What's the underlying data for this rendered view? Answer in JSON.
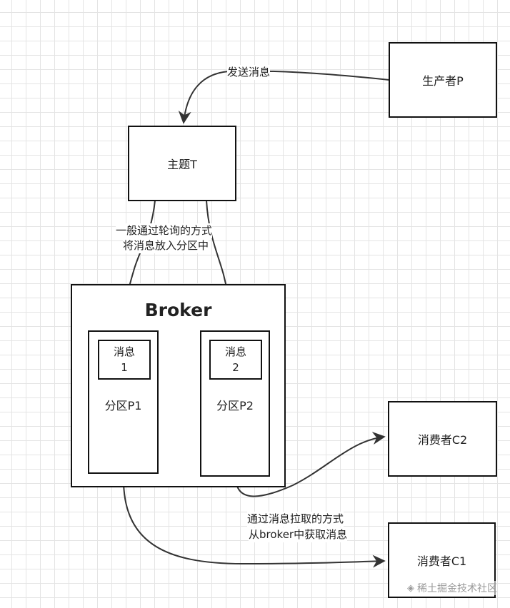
{
  "nodes": {
    "producer": "生产者P",
    "topic": "主题T",
    "broker": "Broker",
    "partition1": {
      "label": "分区P1",
      "message": [
        "消息",
        "1"
      ]
    },
    "partition2": {
      "label": "分区P2",
      "message": [
        "消息",
        "2"
      ]
    },
    "consumer2": "消费者C2",
    "consumer1": "消费者C1"
  },
  "edge_labels": {
    "send": "发送消息",
    "poll_line1": "一般通过轮询的方式",
    "poll_line2": "将消息放入分区中",
    "pull_line1": "通过消息拉取的方式",
    "pull_line2": "从broker中获取消息"
  },
  "watermark": {
    "text": "稀土掘金技术社区",
    "icon": "juejin-logo-icon"
  },
  "colors": {
    "stroke": "#111111",
    "edge": "#333333",
    "grid": "#e4e4e4",
    "watermark": "#9a9a9a"
  }
}
